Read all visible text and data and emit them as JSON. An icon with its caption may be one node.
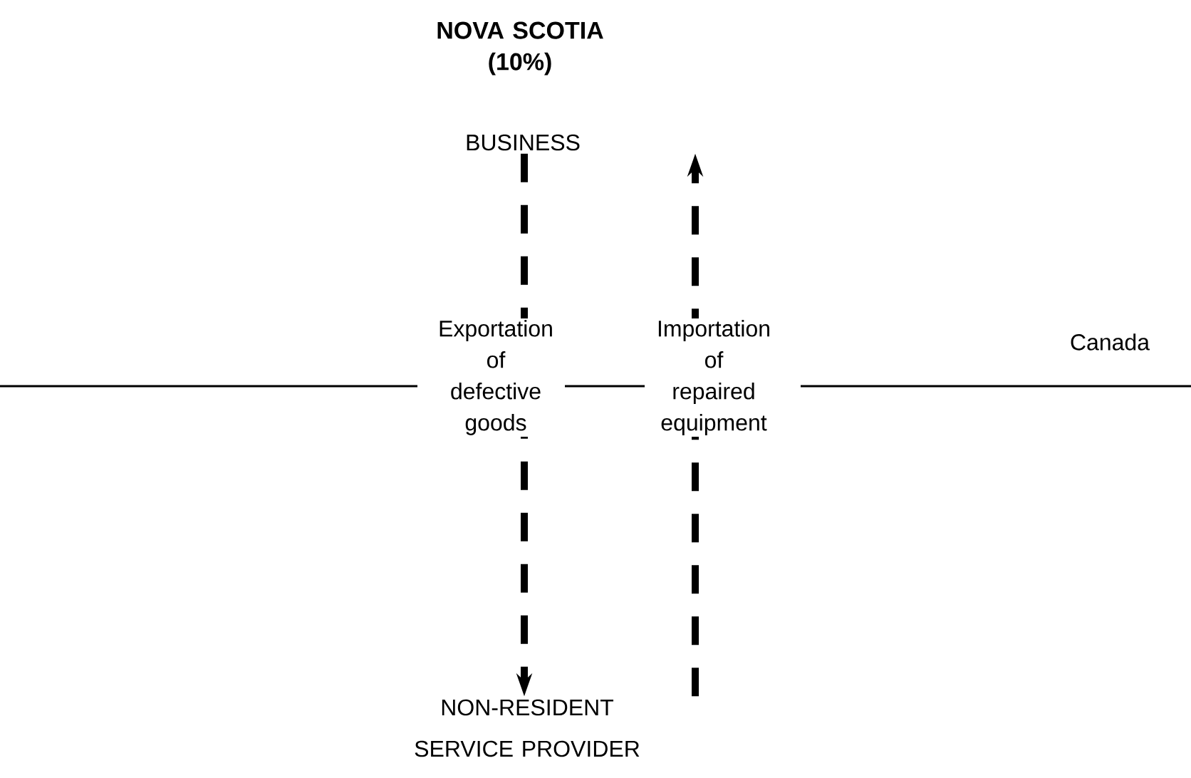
{
  "diagram": {
    "title": "NOVA SCOTIA (10%)",
    "nodes": [
      {
        "text": [
          "BUSINESS"
        ]
      },
      {
        "text": [
          "NON-RESIDENT SERVICE PROVIDER"
        ]
      }
    ],
    "edges": [
      {
        "from": 0,
        "to": 1,
        "arrow": "to",
        "label": "Exportation of defective goods",
        "style": "dashed"
      },
      {
        "from": 1,
        "to": 0,
        "arrow": "to",
        "label": "Importation of repaired equipment",
        "style": "dashed"
      }
    ],
    "labels": [
      "Canada"
    ]
  }
}
